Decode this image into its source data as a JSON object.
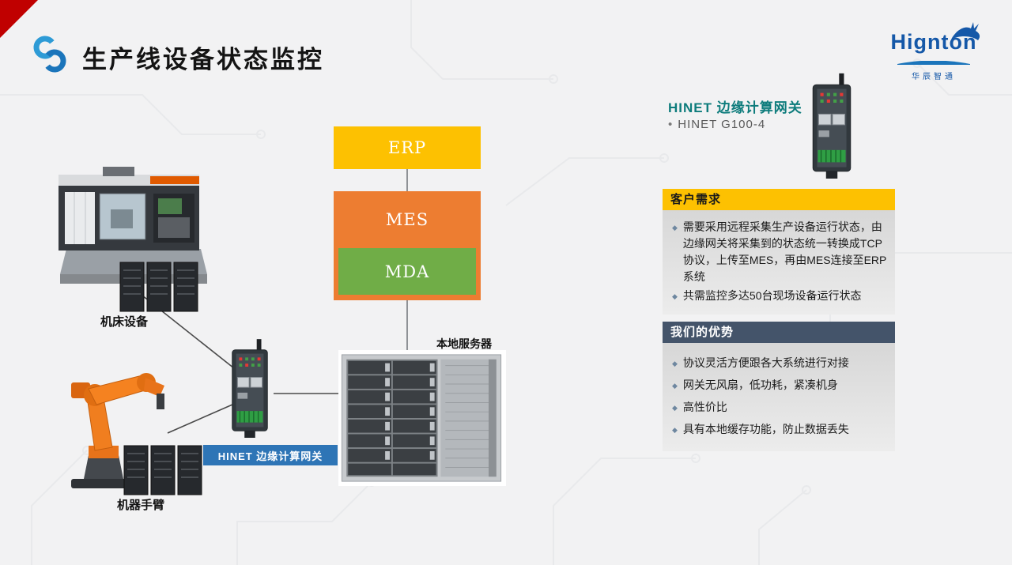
{
  "slide": {
    "title": "生产线设备状态监控"
  },
  "brand": {
    "name": "Hignton",
    "subtitle": "华辰智通"
  },
  "flowchart": {
    "erp": "ERP",
    "mes": "MES",
    "mda": "MDA"
  },
  "labels": {
    "local_server": "本地服务器",
    "machine": "机床设备",
    "robot": "机器手臂",
    "gateway_badge": "HINET 边缘计算网关"
  },
  "product": {
    "title": "HINET 边缘计算网关",
    "model": "HINET  G100-4"
  },
  "panels": {
    "customer_needs": {
      "title": "客户需求",
      "items": [
        "需要采用远程采集生产设备运行状态，由边缘网关将采集到的状态统一转换成TCP协议，上传至MES，再由MES连接至ERP系统",
        "共需监控多达50台现场设备运行状态"
      ]
    },
    "advantages": {
      "title": "我们的优势",
      "items": [
        "协议灵活方便跟各大系统进行对接",
        "网关无风扇，低功耗，紧凑机身",
        "高性价比",
        "具有本地缓存功能，防止数据丢失"
      ]
    }
  },
  "icons": {
    "bullet_diamond": "◆",
    "model_bullet": "•"
  },
  "colors": {
    "erp_yellow": "#FDC101",
    "mes_orange": "#ED7D31",
    "mda_green": "#70AD47",
    "gateway_badge_blue": "#2E75B6",
    "needs_header_yellow": "#FDC101",
    "advantages_header_slate": "#44546A",
    "product_title_teal": "#0E7C7C",
    "brand_blue": "#1558A8",
    "corner_red": "#C00000"
  }
}
